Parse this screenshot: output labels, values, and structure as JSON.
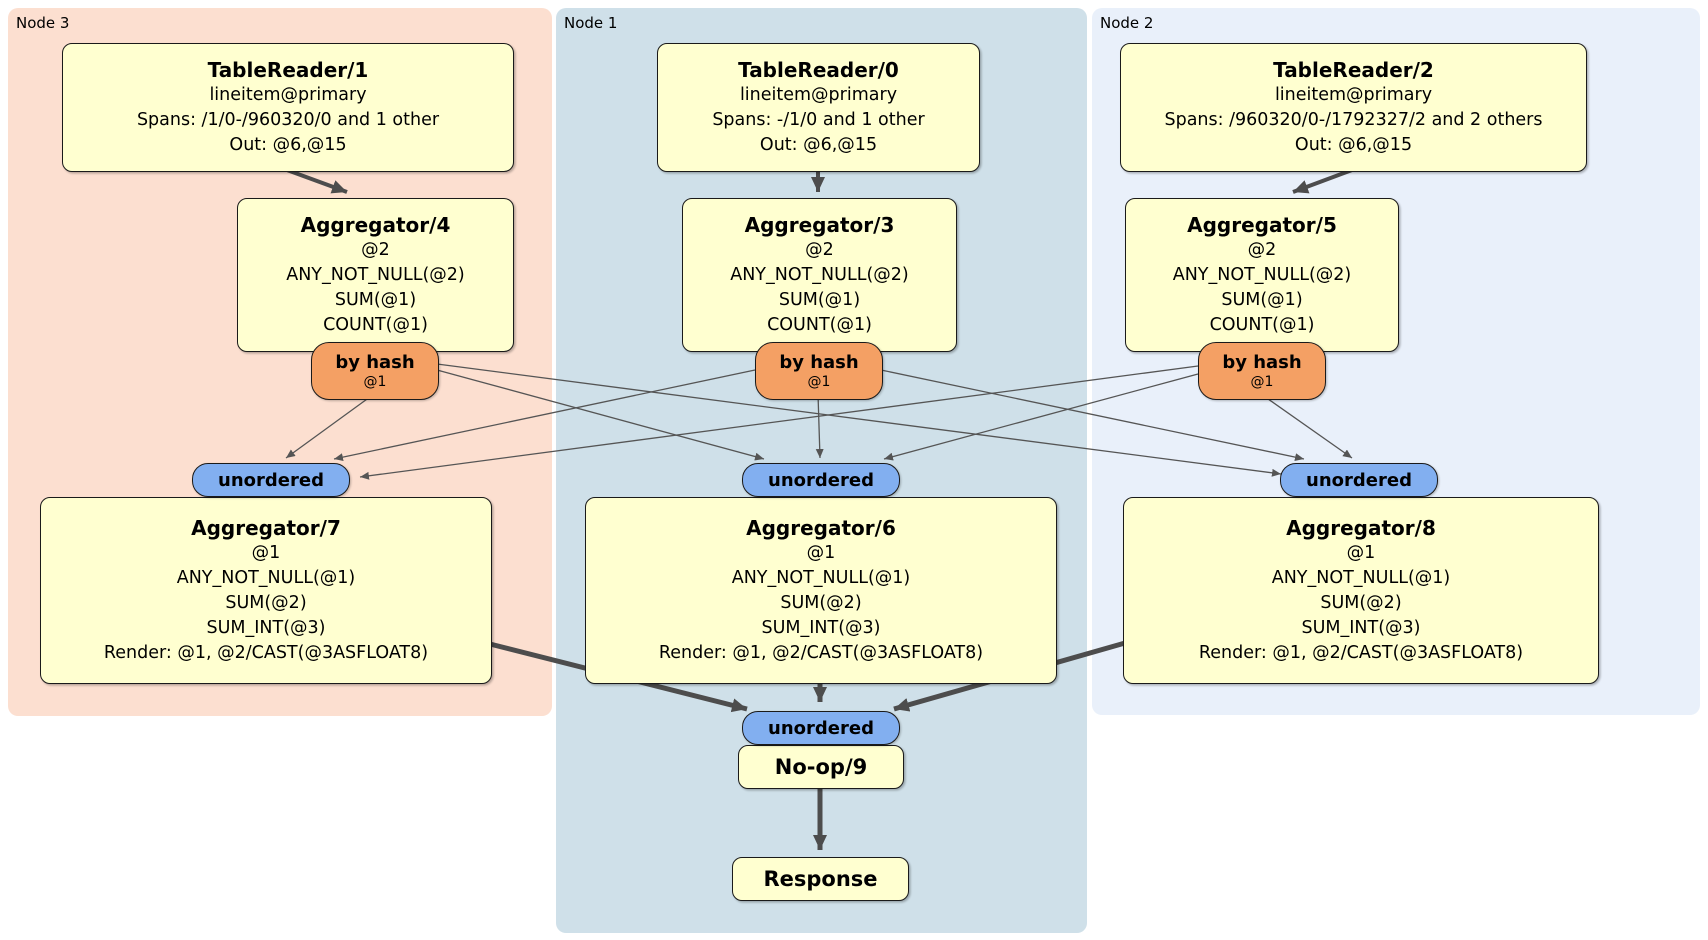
{
  "regions": {
    "node3": {
      "label": "Node 3",
      "bg": "#fcdfd0"
    },
    "node1": {
      "label": "Node 1",
      "bg": "#cfe0e9"
    },
    "node2": {
      "label": "Node 2",
      "bg": "#e9f0fa"
    }
  },
  "colors": {
    "box_fill": "#ffffd0",
    "hash_router_fill": "#f4a064",
    "sync_fill": "#82aff0",
    "edge": "#4d4d4d"
  },
  "nodes": {
    "tr1": {
      "title": "TableReader/1",
      "lines": [
        "lineitem@primary",
        "Spans: /1/0-/960320/0 and 1 other",
        "Out: @6,@15"
      ]
    },
    "tr0": {
      "title": "TableReader/0",
      "lines": [
        "lineitem@primary",
        "Spans: -/1/0 and 1 other",
        "Out: @6,@15"
      ]
    },
    "tr2": {
      "title": "TableReader/2",
      "lines": [
        "lineitem@primary",
        "Spans: /960320/0-/1792327/2 and 2 others",
        "Out: @6,@15"
      ]
    },
    "agg4": {
      "title": "Aggregator/4",
      "lines": [
        "@2",
        "ANY_NOT_NULL(@2)",
        "SUM(@1)",
        "COUNT(@1)"
      ]
    },
    "agg3": {
      "title": "Aggregator/3",
      "lines": [
        "@2",
        "ANY_NOT_NULL(@2)",
        "SUM(@1)",
        "COUNT(@1)"
      ]
    },
    "agg5": {
      "title": "Aggregator/5",
      "lines": [
        "@2",
        "ANY_NOT_NULL(@2)",
        "SUM(@1)",
        "COUNT(@1)"
      ]
    },
    "agg7": {
      "title": "Aggregator/7",
      "lines": [
        "@1",
        "ANY_NOT_NULL(@1)",
        "SUM(@2)",
        "SUM_INT(@3)",
        "Render: @1, @2/CAST(@3ASFLOAT8)"
      ]
    },
    "agg6": {
      "title": "Aggregator/6",
      "lines": [
        "@1",
        "ANY_NOT_NULL(@1)",
        "SUM(@2)",
        "SUM_INT(@3)",
        "Render: @1, @2/CAST(@3ASFLOAT8)"
      ]
    },
    "agg8": {
      "title": "Aggregator/8",
      "lines": [
        "@1",
        "ANY_NOT_NULL(@1)",
        "SUM(@2)",
        "SUM_INT(@3)",
        "Render: @1, @2/CAST(@3ASFLOAT8)"
      ]
    },
    "noop": {
      "title": "No-op/9"
    },
    "response": {
      "title": "Response"
    }
  },
  "routers": {
    "hash_label": "by hash",
    "hash_sub": "@1",
    "sync_label": "unordered"
  }
}
